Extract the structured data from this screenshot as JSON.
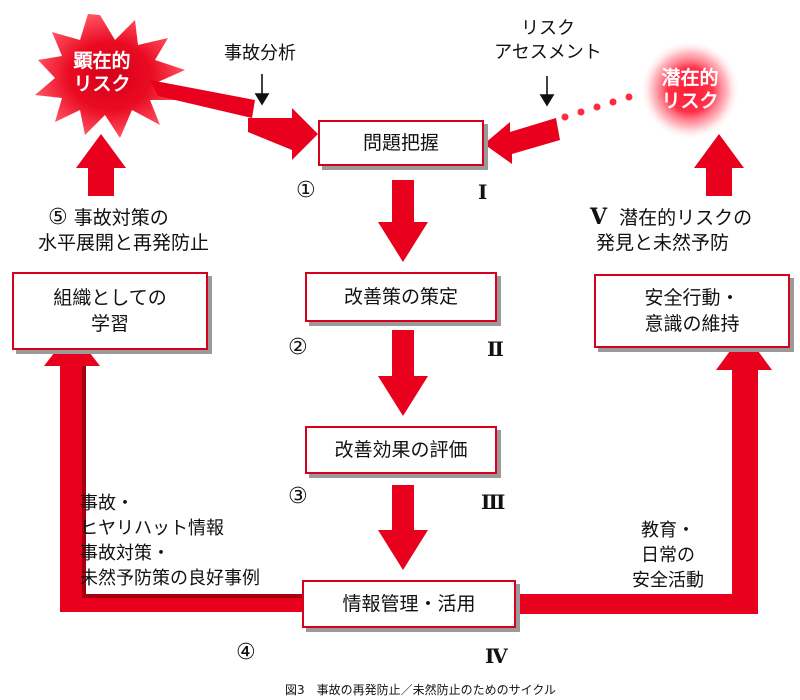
{
  "colors": {
    "arrow": "#e8001c",
    "arrow_dark": "#b00016",
    "box_border": "#d8001e",
    "shadow": "#9a9a9a"
  },
  "bursts": {
    "manifest": {
      "line1": "顕在的",
      "line2": "リスク"
    },
    "latent": {
      "line1": "潜在的",
      "line2": "リスク"
    }
  },
  "inputs": {
    "accident_analysis": "事故分析",
    "risk_assessment_line1": "リスク",
    "risk_assessment_line2": "アセスメント"
  },
  "steps": [
    {
      "circled": "①",
      "roman": "Ⅰ",
      "label": "問題把握"
    },
    {
      "circled": "②",
      "roman": "Ⅱ",
      "label": "改善策の策定"
    },
    {
      "circled": "③",
      "roman": "Ⅲ",
      "label": "改善効果の評価"
    },
    {
      "circled": "④",
      "roman": "Ⅳ",
      "label": "情報管理・活用"
    }
  ],
  "left_branch": {
    "box_line1": "組織としての",
    "box_line2": "学習",
    "circled": "⑤",
    "note_line1": "事故対策の",
    "note_line2": "水平展開と再発防止",
    "info_lines": [
      "事故・",
      "ヒヤリハット情報",
      "事故対策・",
      "未然予防策の良好事例"
    ]
  },
  "right_branch": {
    "box_line1": "安全行動・",
    "box_line2": "意識の維持",
    "roman": "Ⅴ",
    "note_line1": "潜在的リスクの",
    "note_line2": "発見と未然予防",
    "edu_lines": [
      "教育・",
      "日常の",
      "安全活動"
    ]
  },
  "caption": "図3　事故の再発防止／未然防止のためのサイクル"
}
